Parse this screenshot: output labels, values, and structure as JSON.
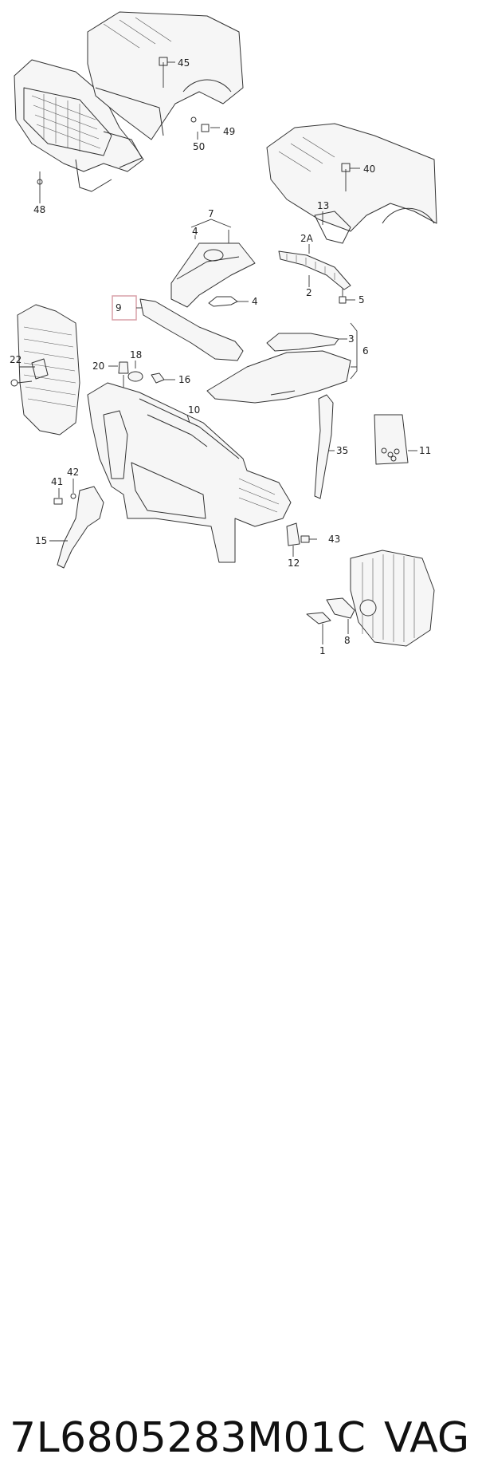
{
  "diagram": {
    "callouts": {
      "c45": "45",
      "c49": "49",
      "c50": "50",
      "c48": "48",
      "c40": "40",
      "c7": "7",
      "c4a": "4",
      "c13": "13",
      "c2A": "2A",
      "c2": "2",
      "c5": "5",
      "c9": "9",
      "c4b": "4",
      "c3": "3",
      "c6": "6",
      "c22": "22",
      "c18": "18",
      "c20": "20",
      "c16": "16",
      "c10": "10",
      "c35": "35",
      "c11": "11",
      "c41": "41",
      "c42": "42",
      "c15": "15",
      "c43": "43",
      "c12": "12",
      "c8": "8",
      "c1": "1"
    },
    "highlight_color": "#d9a0a8"
  },
  "footer": {
    "part_number": "7L6805283M01C",
    "brand": "VAG"
  }
}
